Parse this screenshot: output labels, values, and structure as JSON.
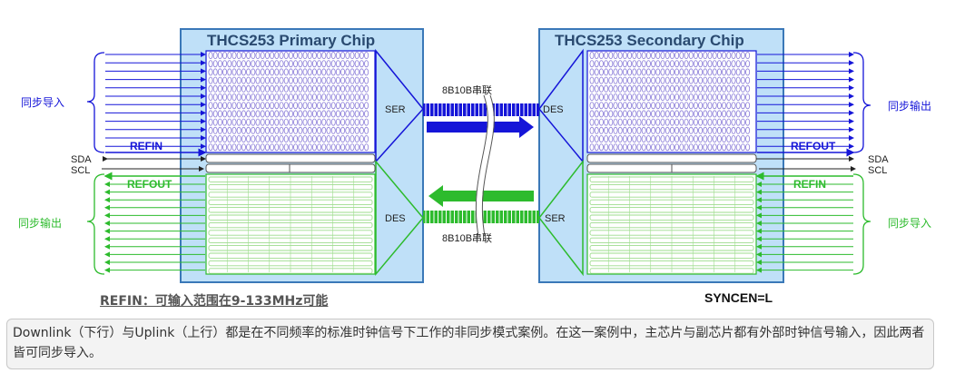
{
  "colors": {
    "downlink": "#1515d8",
    "uplink": "#2dbb2d",
    "chip_fill": "#bfe0f8",
    "chip_border": "#3a78b8",
    "grid_blue": "#8a7cd8",
    "grid_green": "#9edc8e"
  },
  "primary_chip": {
    "title": "THCS253 Primary Chip",
    "ser": "SER",
    "des": "DES"
  },
  "secondary_chip": {
    "title": "THCS253 Secondary Chip",
    "ser": "SER",
    "des": "DES"
  },
  "link": {
    "top_label": "8B10B串联",
    "bottom_label": "8B10B串联"
  },
  "left": {
    "top_group": "同步导入",
    "bottom_group": "同步输出",
    "refin": "REFIN",
    "refout": "REFOUT",
    "sda": "SDA",
    "scl": "SCL"
  },
  "right": {
    "top_group": "同步输出",
    "bottom_group": "同步导入",
    "refout": "REFOUT",
    "refin": "REFIN",
    "sda": "SDA",
    "scl": "SCL"
  },
  "note": "REFIN：可输入范围在9-133MHz可能",
  "syncen": "SYNCEN=L",
  "caption": "Downlink（下行）与Uplink（上行）都是在不同频率的标准时钟信号下工作的非同步模式案例。在这一案例中，主芯片与副芯片都有外部时钟信号输入，因此两者皆可同步导入。"
}
